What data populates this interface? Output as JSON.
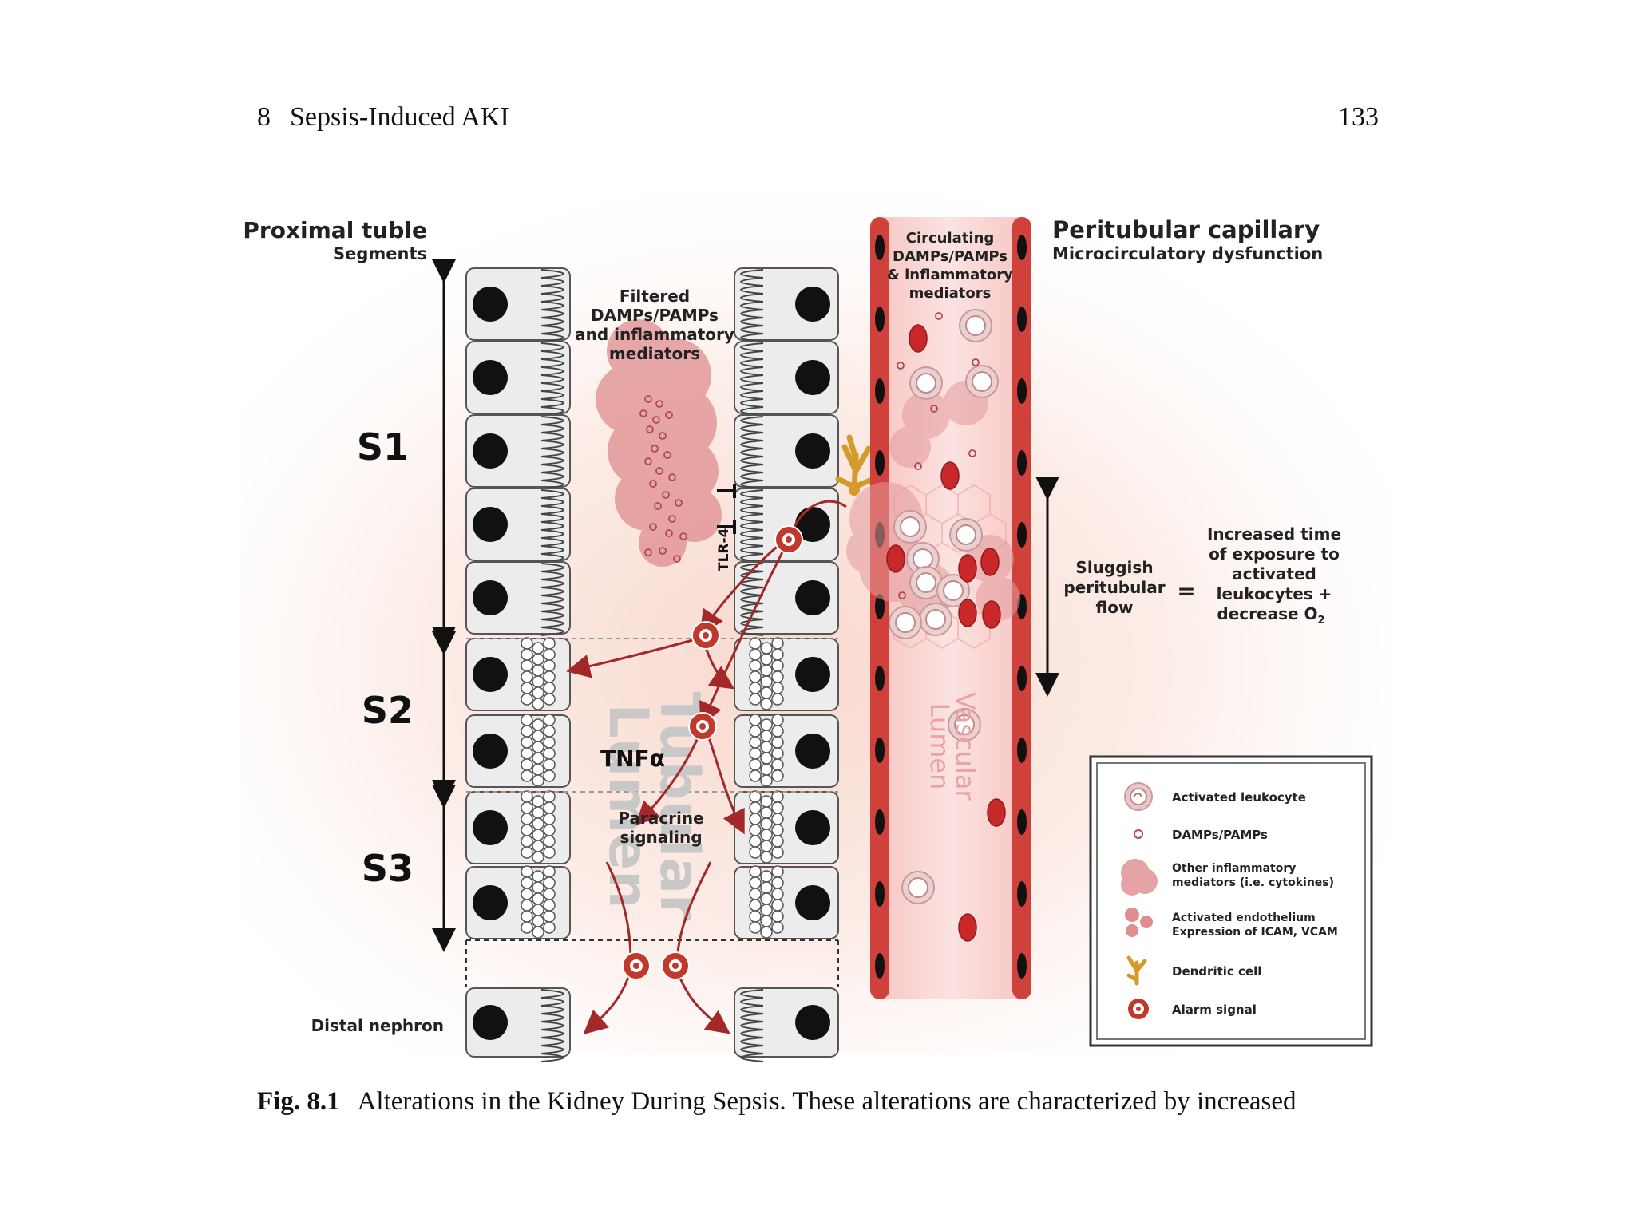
{
  "header": {
    "chapter_number": "8",
    "chapter_title": "Sepsis-Induced AKI",
    "page_number": "133"
  },
  "figure": {
    "proximal_title": "Proximal tuble",
    "segments_label": "Segments",
    "s1": "S1",
    "s2": "S2",
    "s3": "S3",
    "distal_label": "Distal nephron",
    "filtered_label": [
      "Filtered",
      "DAMPs/PAMPs",
      "and inflammatory",
      "mediators"
    ],
    "tlr_label": "TLR-4",
    "tnf_label": "TNFα",
    "paracrine_label": [
      "Paracrine",
      "signaling"
    ],
    "tubular_lumen": [
      "Tubular",
      "Lumen"
    ],
    "circulating_label": [
      "Circulating",
      "DAMPs/PAMPs",
      "& inflammatory",
      "mediators"
    ],
    "capillary_title": "Peritubular capillary",
    "capillary_subtitle": "Microcirculatory dysfunction",
    "vascular_lumen": [
      "Vascular",
      "Lumen"
    ],
    "sluggish_label": [
      "Sluggish",
      "peritubular",
      "flow"
    ],
    "equals": "=",
    "increased_label": [
      "Increased time",
      "of exposure to",
      "activated",
      "leukocytes +",
      "decrease O"
    ],
    "o2_subscript": "2"
  },
  "legend": {
    "items": [
      {
        "icon": "activated-leukocyte-icon",
        "label": [
          "Activated leukocyte"
        ]
      },
      {
        "icon": "damps-pamps-icon",
        "label": [
          "DAMPs/PAMPs"
        ]
      },
      {
        "icon": "inflammatory-mediator-icon",
        "label": [
          "Other inflammatory",
          "mediators (i.e. cytokines)"
        ]
      },
      {
        "icon": "endothelium-icon",
        "label": [
          "Activated endothelium",
          "Expression of ICAM, VCAM"
        ]
      },
      {
        "icon": "dendritic-cell-icon",
        "label": [
          "Dendritic cell"
        ]
      },
      {
        "icon": "alarm-signal-icon",
        "label": [
          "Alarm signal"
        ]
      }
    ]
  },
  "caption": {
    "label": "Fig. 8.1",
    "text": "Alterations in the Kidney During Sepsis. These alterations are characterized by increased"
  },
  "colors": {
    "vessel_red": "#d0413c",
    "alarm_red": "#c0392b",
    "mediator_pink": "#e08d8f",
    "arrow_red": "#a3282a"
  }
}
